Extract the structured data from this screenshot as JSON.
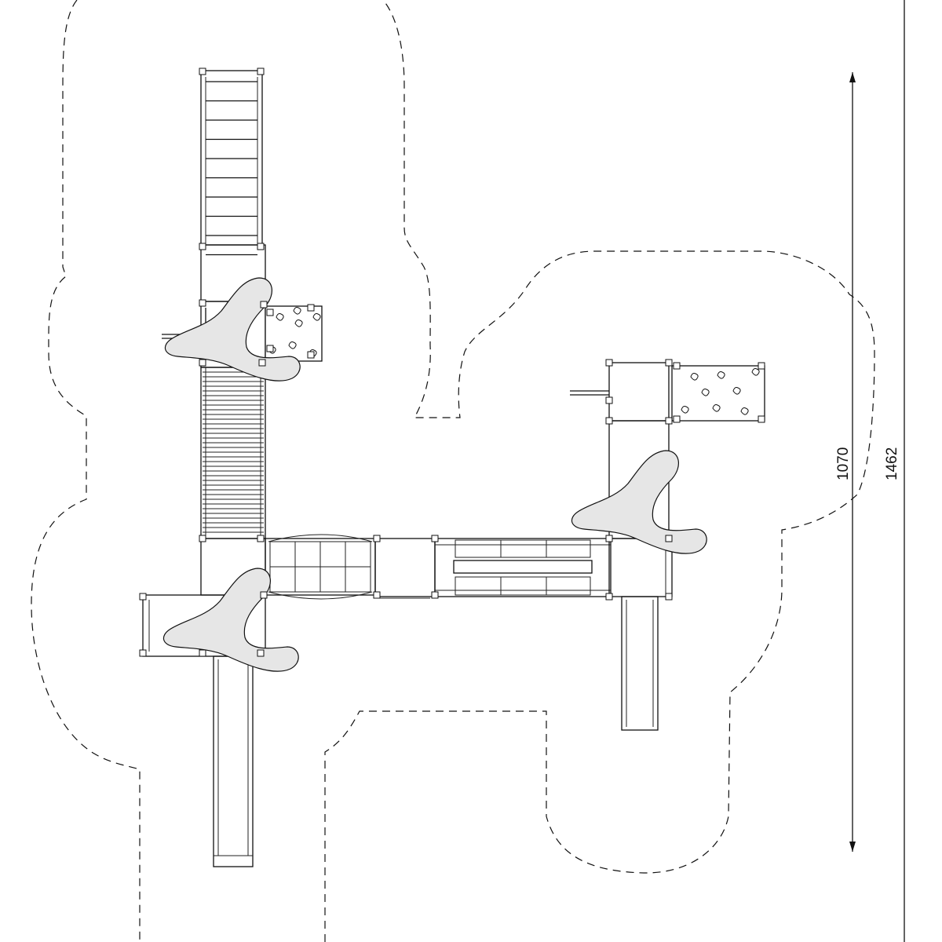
{
  "dimensions": {
    "inner_length": "1070",
    "outer_length": "1462"
  },
  "colors": {
    "line": "#111111",
    "background": "#ffffff",
    "component_fill": "#e6e6e6"
  },
  "components": {
    "ladder_rungs": 10,
    "climbing_net_cells": "4x2",
    "climbing_holds_panel_1": 7,
    "climbing_holds_panel_2": 8
  }
}
